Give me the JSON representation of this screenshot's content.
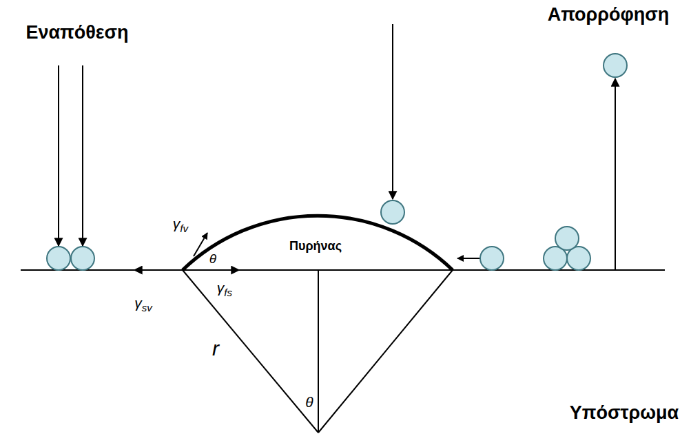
{
  "diagram": {
    "nodes": [
      {
        "text": [
          "Πυρήνας"
        ]
      }
    ],
    "labels": [
      "Εναπόθεση",
      "Απορρόφηση",
      "γfv",
      "θ",
      "γfs",
      "γsv",
      "r",
      "θ",
      "Υπόστρωμα"
    ]
  }
}
